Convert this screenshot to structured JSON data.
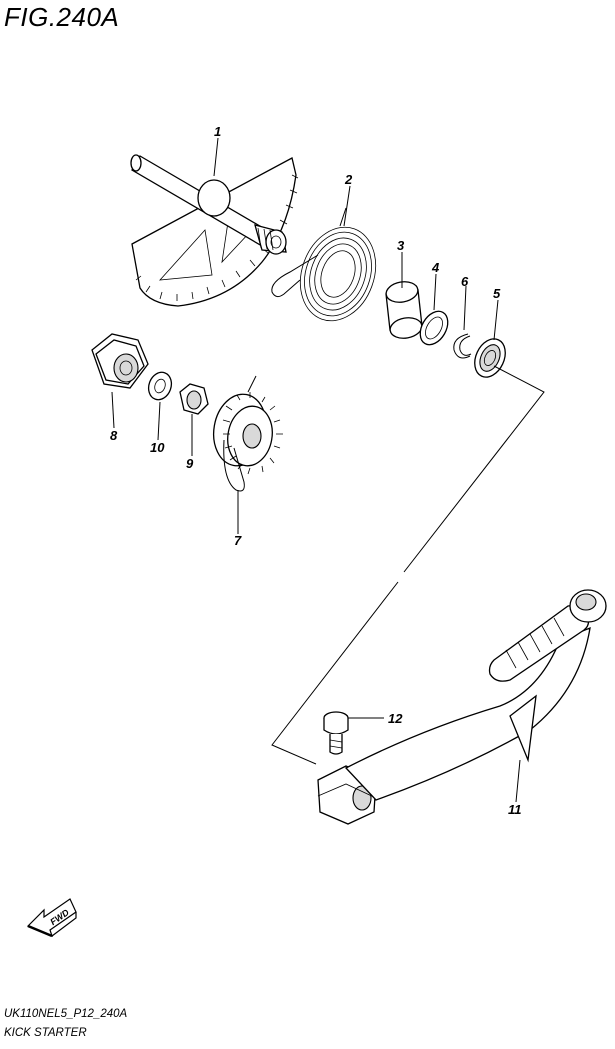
{
  "figure": {
    "title": "FIG.240A",
    "code": "UK110NEL5_P12_240A",
    "name": "KICK STARTER"
  },
  "fwd_label": "FWD",
  "callouts": [
    "1",
    "2",
    "3",
    "4",
    "5",
    "6",
    "7",
    "8",
    "9",
    "10",
    "11",
    "12"
  ]
}
